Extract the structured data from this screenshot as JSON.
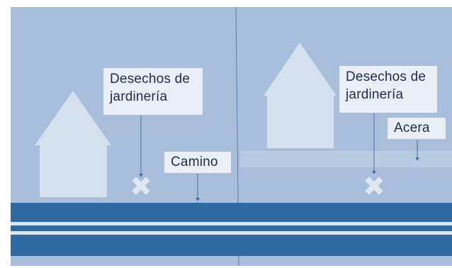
{
  "labels": {
    "left_yard_waste": "Desechos de\njardinería",
    "road": "Camino",
    "right_yard_waste": "Desechos de\njardinería",
    "sidewalk": "Acera"
  },
  "colors": {
    "background": "#a8bedb",
    "house": "#d5e0ee",
    "road": "#2f6aa3",
    "road_stripes": "#dce6f2",
    "sidewalk": "#b9cbe2",
    "callout_bg": "#e9eef7",
    "callout_text": "#1f2c4a",
    "marker": "#dfe7f2",
    "leader_line": "#4a6fa0",
    "divider": "#5b7ea8"
  },
  "markers": {
    "waste_marker_icon": "x-mark-icon"
  }
}
